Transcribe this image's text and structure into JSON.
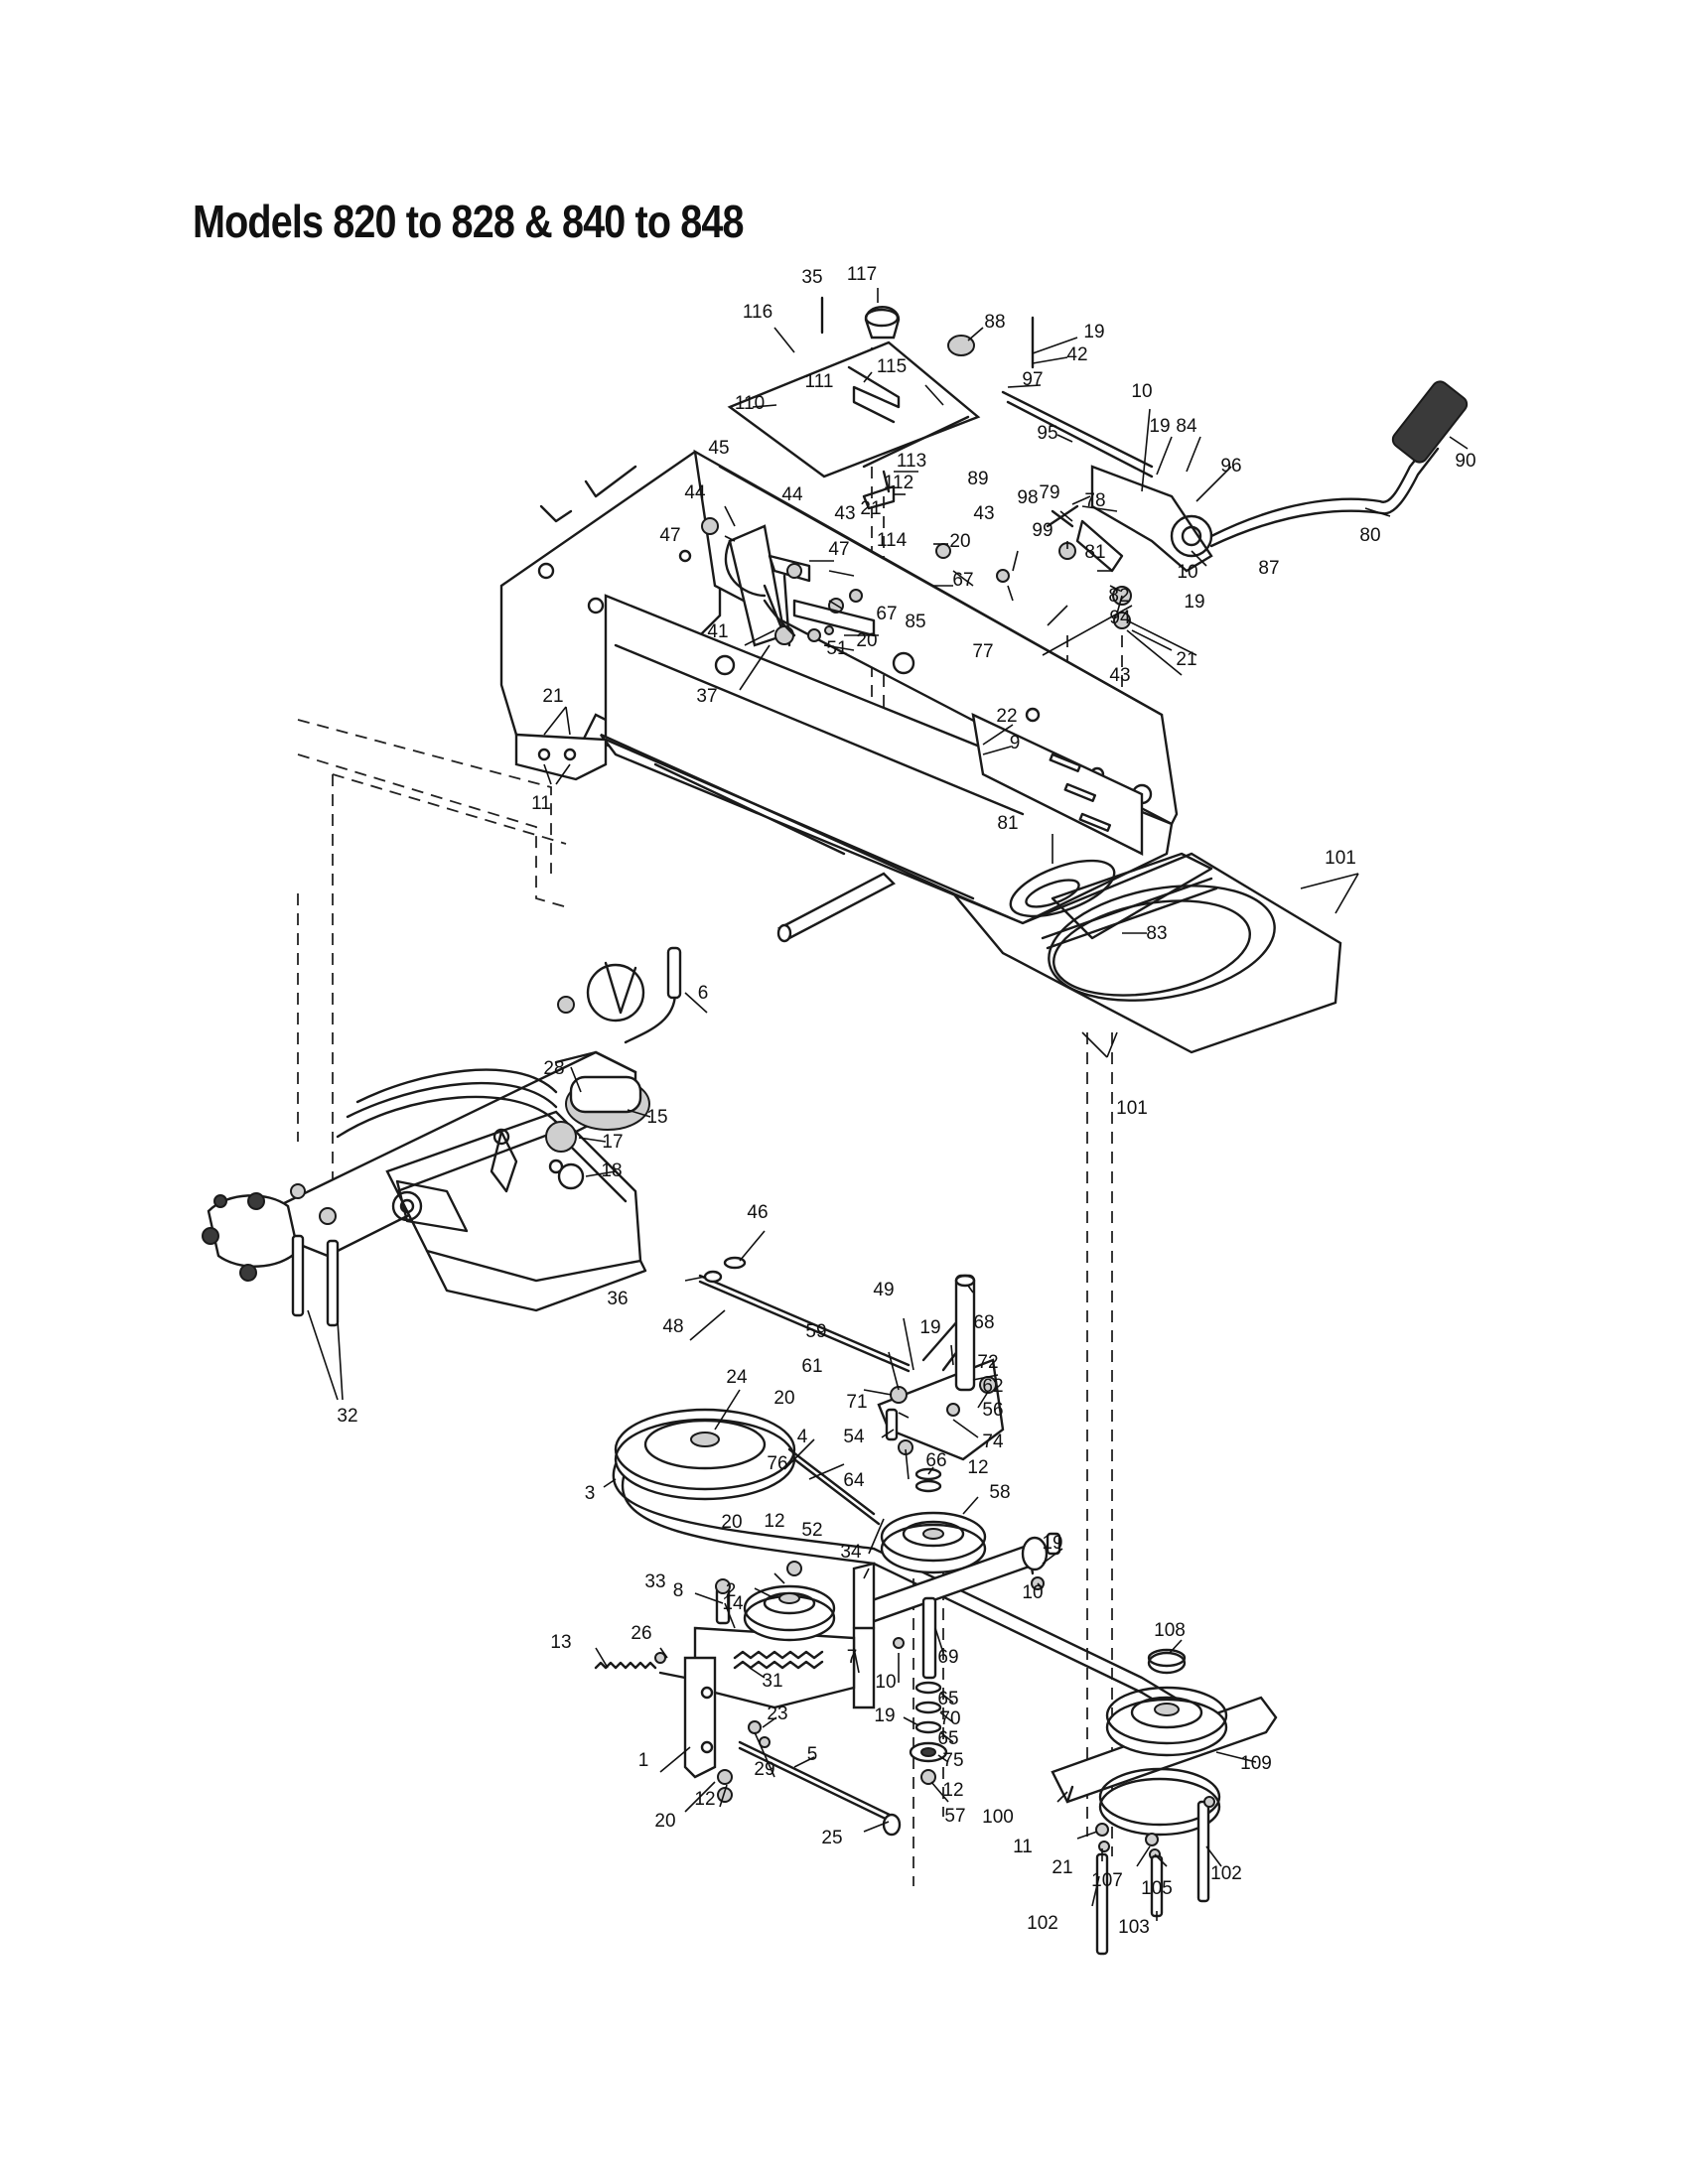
{
  "title": "Models 820 to 828 & 840 to 848",
  "callouts": [
    {
      "label": "35"
    },
    {
      "label": "117"
    },
    {
      "label": "116"
    },
    {
      "label": "88"
    },
    {
      "label": "19"
    },
    {
      "label": "42"
    },
    {
      "label": "97"
    },
    {
      "label": "111"
    },
    {
      "label": "115"
    },
    {
      "label": "110"
    },
    {
      "label": "10"
    },
    {
      "label": "19"
    },
    {
      "label": "84"
    },
    {
      "label": "90"
    },
    {
      "label": "95"
    },
    {
      "label": "96"
    },
    {
      "label": "45"
    },
    {
      "label": "113"
    },
    {
      "label": "44"
    },
    {
      "label": "112"
    },
    {
      "label": "79"
    },
    {
      "label": "78"
    },
    {
      "label": "89"
    },
    {
      "label": "98"
    },
    {
      "label": "80"
    },
    {
      "label": "44"
    },
    {
      "label": "21"
    },
    {
      "label": "43"
    },
    {
      "label": "43"
    },
    {
      "label": "99"
    },
    {
      "label": "81"
    },
    {
      "label": "10"
    },
    {
      "label": "87"
    },
    {
      "label": "47"
    },
    {
      "label": "114"
    },
    {
      "label": "20"
    },
    {
      "label": "47"
    },
    {
      "label": "67"
    },
    {
      "label": "82"
    },
    {
      "label": "19"
    },
    {
      "label": "67"
    },
    {
      "label": "85"
    },
    {
      "label": "94"
    },
    {
      "label": "41"
    },
    {
      "label": "20"
    },
    {
      "label": "51"
    },
    {
      "label": "77"
    },
    {
      "label": "21"
    },
    {
      "label": "43"
    },
    {
      "label": "37"
    },
    {
      "label": "21"
    },
    {
      "label": "22"
    },
    {
      "label": "9"
    },
    {
      "label": "11"
    },
    {
      "label": "81"
    },
    {
      "label": "101"
    },
    {
      "label": "83"
    },
    {
      "label": "6"
    },
    {
      "label": "28"
    },
    {
      "label": "15"
    },
    {
      "label": "17"
    },
    {
      "label": "18"
    },
    {
      "label": "101"
    },
    {
      "label": "46"
    },
    {
      "label": "36"
    },
    {
      "label": "49"
    },
    {
      "label": "68"
    },
    {
      "label": "48"
    },
    {
      "label": "59"
    },
    {
      "label": "19"
    },
    {
      "label": "72"
    },
    {
      "label": "32"
    },
    {
      "label": "24"
    },
    {
      "label": "61"
    },
    {
      "label": "62"
    },
    {
      "label": "20"
    },
    {
      "label": "71"
    },
    {
      "label": "56"
    },
    {
      "label": "4"
    },
    {
      "label": "54"
    },
    {
      "label": "74"
    },
    {
      "label": "12"
    },
    {
      "label": "76"
    },
    {
      "label": "66"
    },
    {
      "label": "3"
    },
    {
      "label": "64"
    },
    {
      "label": "58"
    },
    {
      "label": "20"
    },
    {
      "label": "12"
    },
    {
      "label": "52"
    },
    {
      "label": "34"
    },
    {
      "label": "19"
    },
    {
      "label": "8"
    },
    {
      "label": "2"
    },
    {
      "label": "33"
    },
    {
      "label": "14"
    },
    {
      "label": "10"
    },
    {
      "label": "108"
    },
    {
      "label": "13"
    },
    {
      "label": "26"
    },
    {
      "label": "69"
    },
    {
      "label": "31"
    },
    {
      "label": "7"
    },
    {
      "label": "10"
    },
    {
      "label": "65"
    },
    {
      "label": "19"
    },
    {
      "label": "70"
    },
    {
      "label": "23"
    },
    {
      "label": "65"
    },
    {
      "label": "109"
    },
    {
      "label": "1"
    },
    {
      "label": "5"
    },
    {
      "label": "29"
    },
    {
      "label": "75"
    },
    {
      "label": "12"
    },
    {
      "label": "12"
    },
    {
      "label": "100"
    },
    {
      "label": "20"
    },
    {
      "label": "57"
    },
    {
      "label": "11"
    },
    {
      "label": "25"
    },
    {
      "label": "21"
    },
    {
      "label": "107"
    },
    {
      "label": "105"
    },
    {
      "label": "102"
    },
    {
      "label": "102"
    },
    {
      "label": "103"
    }
  ]
}
